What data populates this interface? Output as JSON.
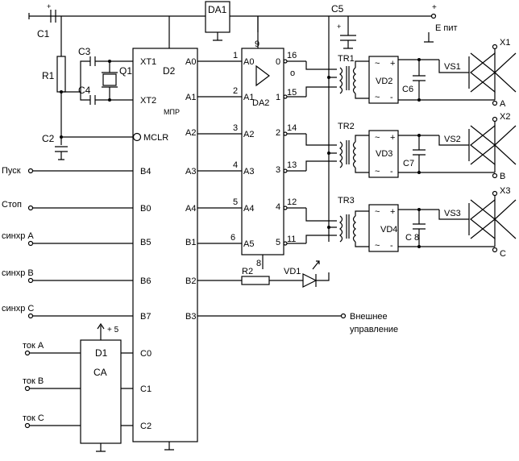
{
  "components": {
    "DA1": "DA1",
    "DA2": "DA2",
    "D1": "D1",
    "D1_type": "CA",
    "D2": "D2",
    "D2_type": "МПР",
    "C1": "C1",
    "C2": "C2",
    "C3": "C3",
    "C4": "C4",
    "C5": "C5",
    "C6": "C6",
    "C7": "C7",
    "C8": "C 8",
    "R1": "R1",
    "R2": "R2",
    "Q1": "Q1",
    "TR1": "TR1",
    "TR2": "TR2",
    "TR3": "TR3",
    "VD1": "VD1",
    "VD2": "VD2",
    "VD3": "VD3",
    "VD4": "VD4",
    "VS1": "VS1",
    "VS2": "VS2",
    "VS3": "VS3",
    "X1": "X1",
    "X2": "X2",
    "X3": "X3"
  },
  "pins": {
    "D2_left": [
      "XT1",
      "XT2",
      "MCLR",
      "B4",
      "B0",
      "B5",
      "B6",
      "B7",
      "C0",
      "C1",
      "C2"
    ],
    "D2_right": [
      "A0",
      "A1",
      "A2",
      "A3",
      "A4",
      "B1",
      "B2",
      "B3"
    ],
    "DA2_in": [
      "A0",
      "A1",
      "A2",
      "A3",
      "A4",
      "A5"
    ],
    "DA2_in_num": [
      "1",
      "2",
      "3",
      "4",
      "5",
      "6"
    ],
    "DA2_out_idx": [
      "0",
      "1",
      "2",
      "3",
      "4",
      "5"
    ],
    "DA2_out_num": [
      "16",
      "15",
      "14",
      "13",
      "12",
      "11"
    ],
    "DA2_pin9": "9",
    "DA2_pin8": "8",
    "DA2_o": "o"
  },
  "signals": {
    "pusk": "Пуск",
    "stop": "Стоп",
    "sync_a": "синхр А",
    "sync_b": "синхр В",
    "sync_c": "синхр С",
    "tok_a": "ток А",
    "tok_b": "ток В",
    "tok_c": "ток С",
    "plus5": "+ 5",
    "plus": "+",
    "minus": "-",
    "e_pit": "Е пит",
    "ext_1": "Внешнее",
    "ext_2": "управление"
  },
  "phases": {
    "a": "А",
    "b": "В",
    "c": "С"
  },
  "bridge": {
    "ac": "~",
    "plus": "+",
    "minus": "-"
  },
  "colors": {
    "line": "#000000",
    "background": "#ffffff"
  }
}
